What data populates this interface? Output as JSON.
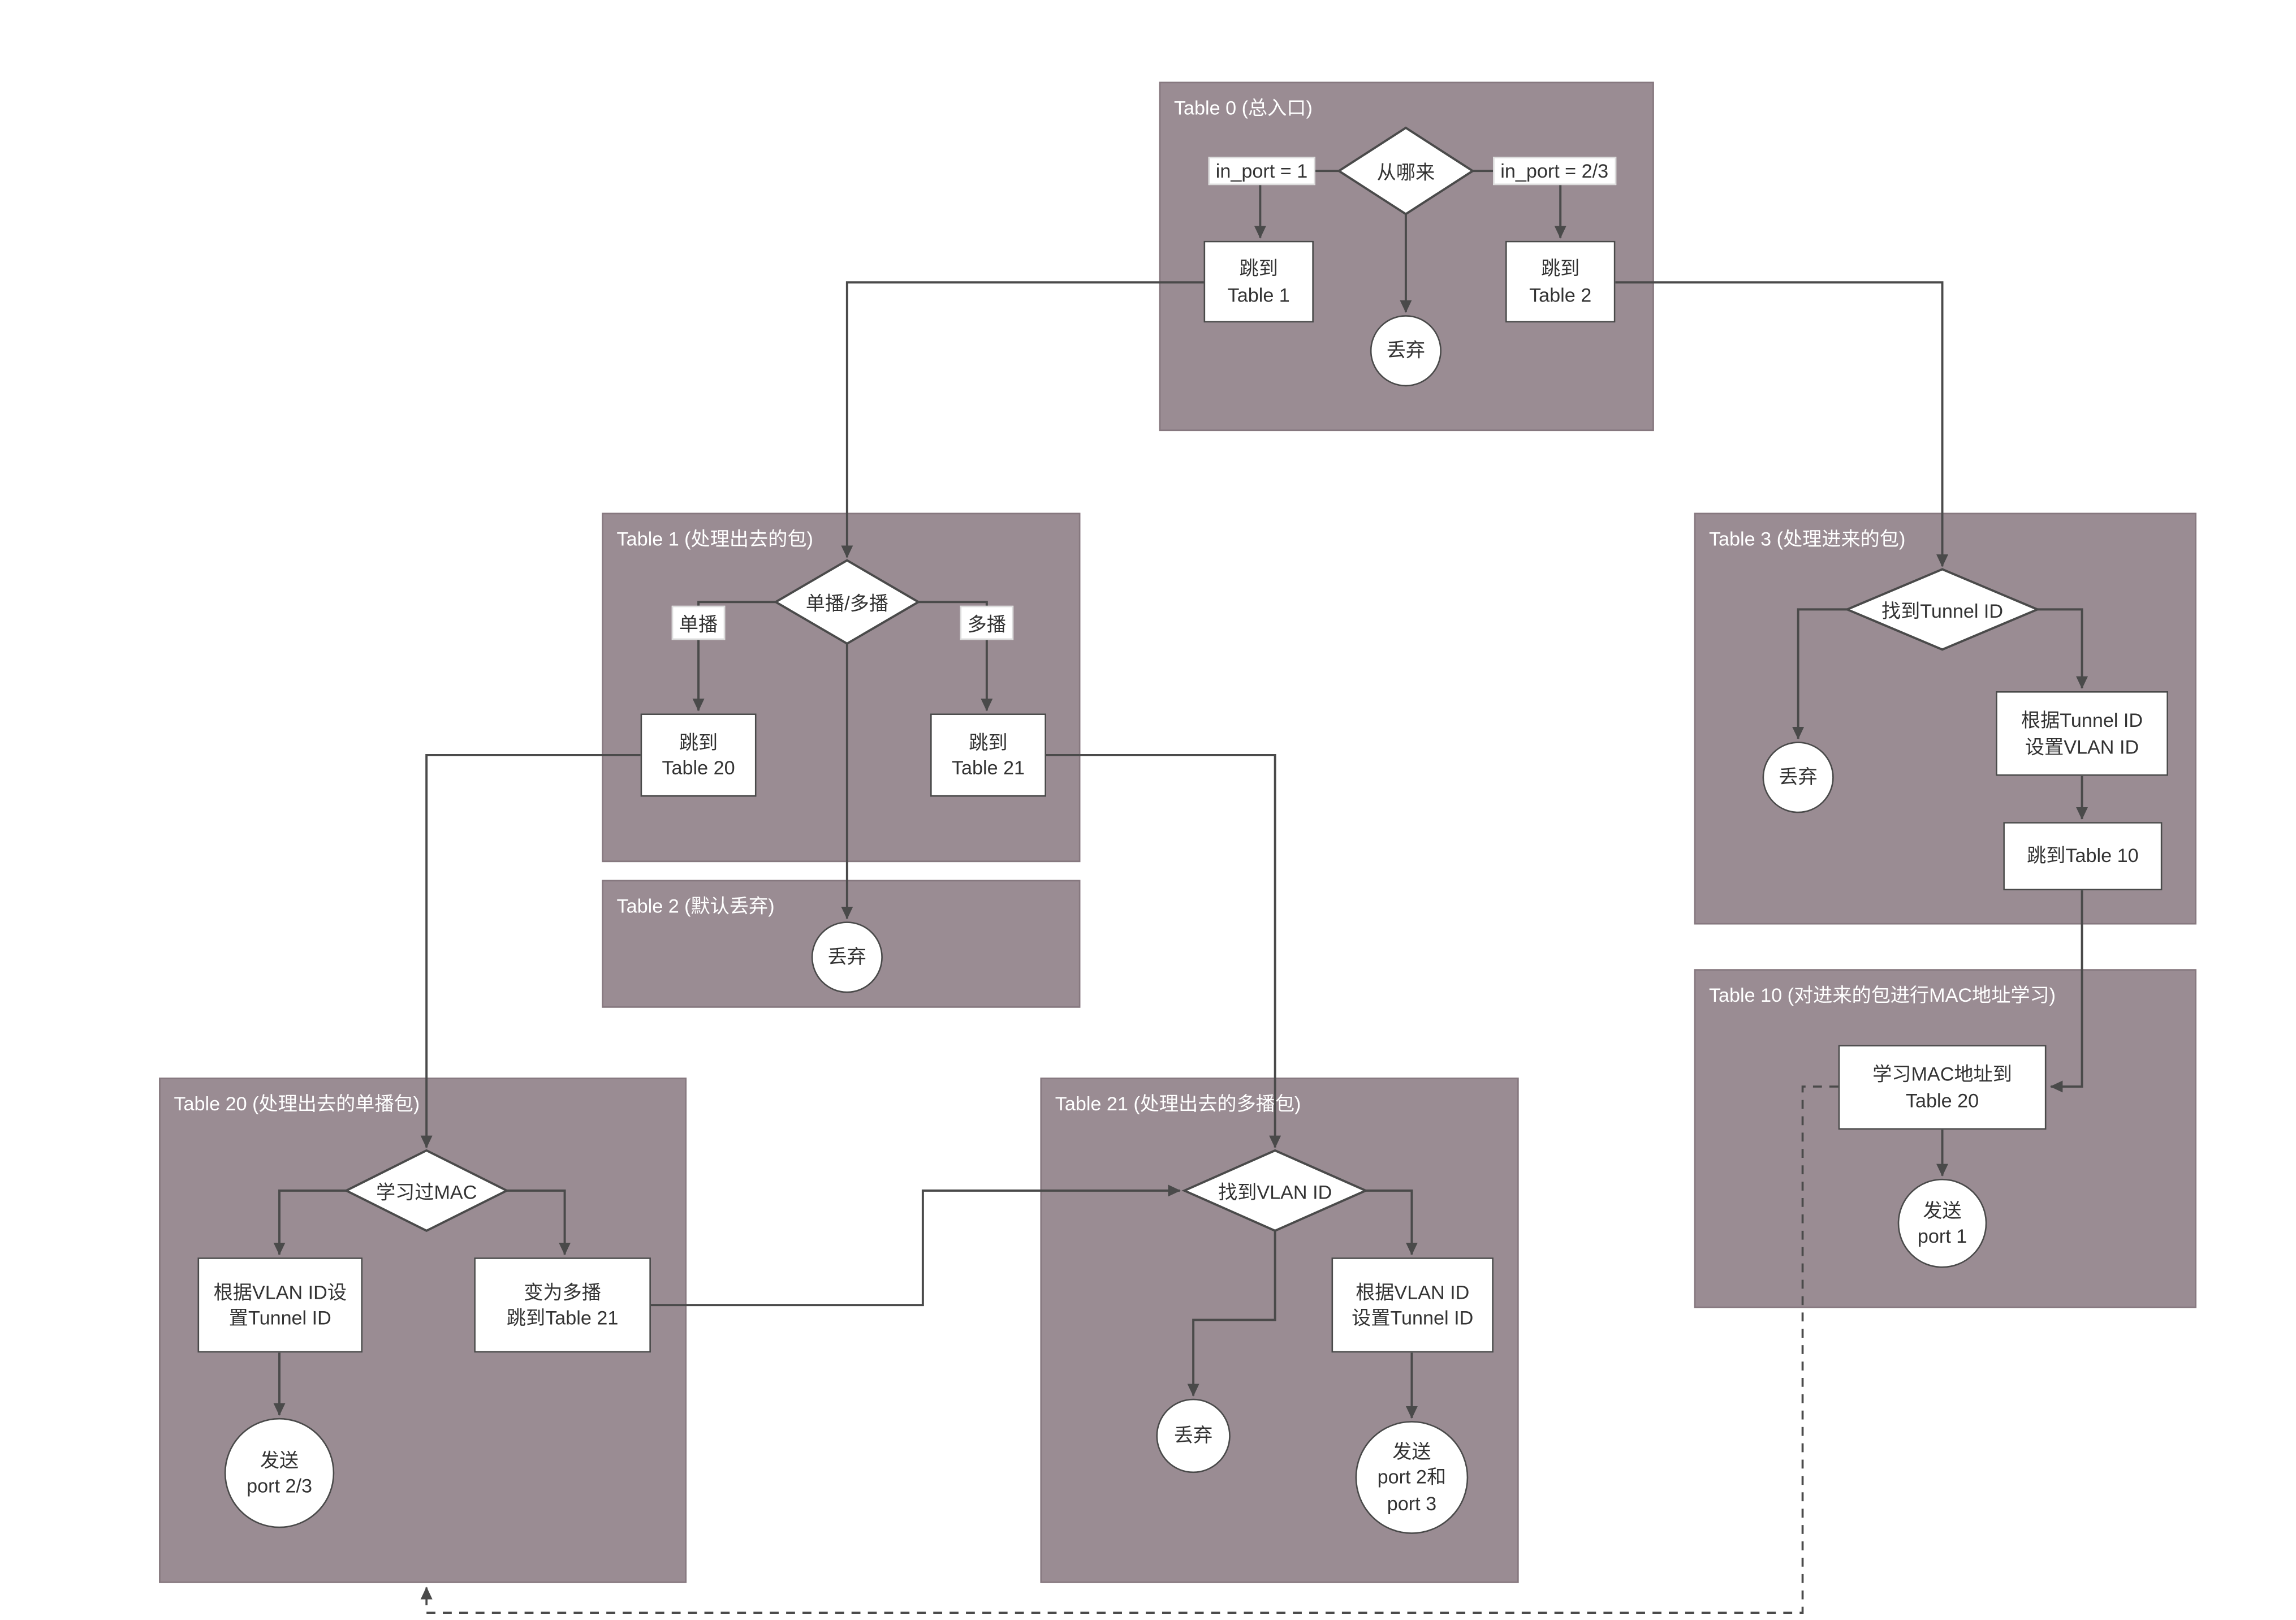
{
  "colors": {
    "table_fill": "#9a8c93",
    "table_border": "#86787f",
    "shape_border": "#4a4a4a",
    "line": "#4a4a4a",
    "text": "#333333",
    "title_text": "#ffffff"
  },
  "tables": {
    "t0": "Table 0 (总入口)",
    "t1": "Table 1 (处理出去的包)",
    "t2": "Table 2 (默认丢弃)",
    "t3": "Table 3 (处理进来的包)",
    "t10": "Table 10 (对进来的包进行MAC地址学习)",
    "t20": "Table 20 (处理出去的单播包)",
    "t21": "Table 21 (处理出去的多播包)"
  },
  "nodes": {
    "t0_decision": "从哪来",
    "t0_cond_left": "in_port = 1",
    "t0_cond_right": "in_port = 2/3",
    "t0_goto_table1": "跳到\nTable 1",
    "t0_goto_table2": "跳到\nTable 2",
    "t0_drop": "丢弃",
    "t1_decision": "单播/多播",
    "t1_cond_left": "单播",
    "t1_cond_right": "多播",
    "t1_goto_table20": "跳到\nTable 20",
    "t1_goto_table21": "跳到\nTable 21",
    "t2_drop": "丢弃",
    "t3_decision": "找到Tunnel ID",
    "t3_drop": "丢弃",
    "t3_set_vlan": "根据Tunnel ID\n设置VLAN ID",
    "t3_goto_table10": "跳到Table 10",
    "t10_learn": "学习MAC地址到\nTable 20",
    "t10_send": "发送\nport 1",
    "t20_decision": "学习过MAC",
    "t20_set_tunnel": "根据VLAN ID设\n置Tunnel ID",
    "t20_to_multicast": "变为多播\n跳到Table 21",
    "t20_send": "发送\nport 2/3",
    "t21_decision": "找到VLAN ID",
    "t21_drop": "丢弃",
    "t21_set_tunnel": "根据VLAN ID\n设置Tunnel ID",
    "t21_send": "发送\nport 2和\nport 3"
  }
}
